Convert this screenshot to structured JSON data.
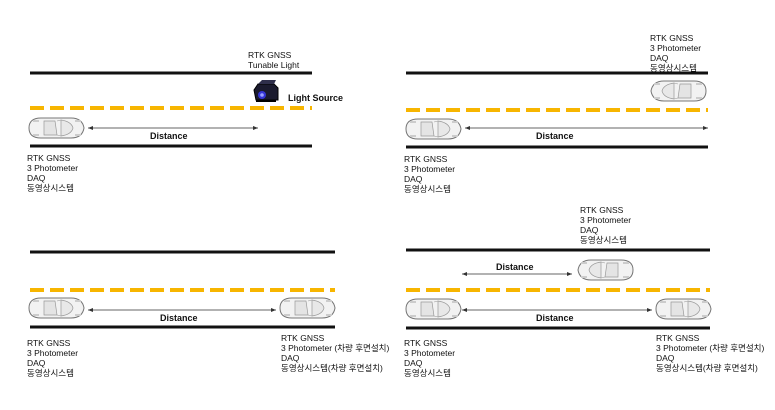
{
  "panels": {
    "p1": {
      "source_label": [
        "RTK GNSS",
        "Tunable Light"
      ],
      "light_source": "Light Source",
      "distance": "Distance",
      "vehicle_label": [
        "RTK GNSS",
        "3 Photometer",
        "DAQ",
        "동영상시스템"
      ]
    },
    "p2": {
      "front_vehicle_label": [
        "RTK GNSS",
        "3 Photometer",
        "DAQ",
        "동영상시스템"
      ],
      "distance": "Distance",
      "vehicle_label": [
        "RTK GNSS",
        "3 Photometer",
        "DAQ",
        "동영상시스템"
      ]
    },
    "p3": {
      "distance": "Distance",
      "vehicle_label": [
        "RTK GNSS",
        "3 Photometer",
        "DAQ",
        "동영상시스템"
      ],
      "lead_vehicle_label": [
        "RTK GNSS",
        "3 Photometer (차량 후면설치)",
        "DAQ",
        "동영상시스템(차량 후면설치)"
      ]
    },
    "p4": {
      "oncoming_label": [
        "RTK GNSS",
        "3 Photometer",
        "DAQ",
        "동영상시스템"
      ],
      "distance_upper": "Distance",
      "distance_lower": "Distance",
      "vehicle_label": [
        "RTK GNSS",
        "3 Photometer",
        "DAQ",
        "동영상시스템"
      ],
      "lead_vehicle_label": [
        "RTK GNSS",
        "3 Photometer (차량 후면설치)",
        "DAQ",
        "동영상시스템(차량 후면설치)"
      ]
    }
  },
  "colors": {
    "road_line": "#111111",
    "lane_dash": "#f7b500",
    "car_body": "#f2f2f2",
    "car_outline": "#777777"
  }
}
